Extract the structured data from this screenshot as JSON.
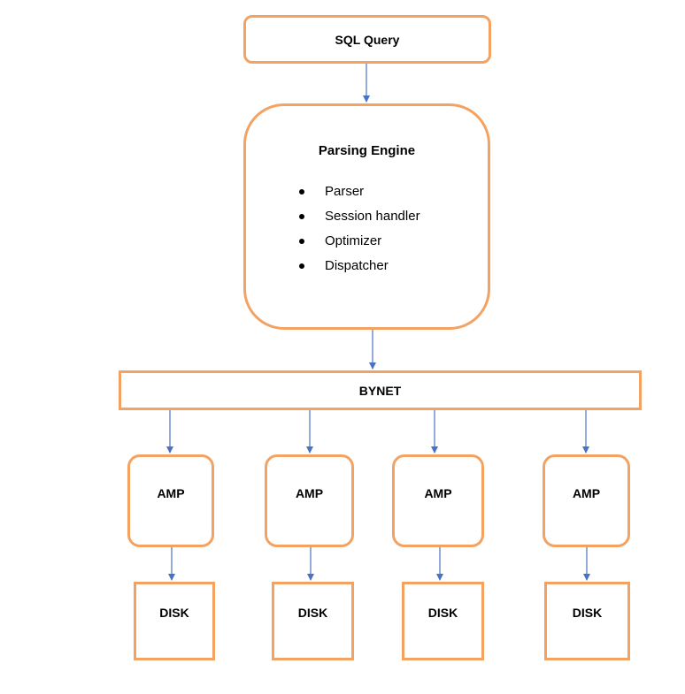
{
  "sql_query": {
    "label": "SQL Query"
  },
  "parsing_engine": {
    "title": "Parsing Engine",
    "components": [
      "Parser",
      "Session handler",
      "Optimizer",
      "Dispatcher"
    ]
  },
  "bynet": {
    "label": "BYNET"
  },
  "amps": [
    {
      "label": "AMP",
      "disk": "DISK"
    },
    {
      "label": "AMP",
      "disk": "DISK"
    },
    {
      "label": "AMP",
      "disk": "DISK"
    },
    {
      "label": "AMP",
      "disk": "DISK"
    }
  ],
  "colors": {
    "box_border": "#f4a262",
    "arrow": "#4a72c4",
    "text": "#000000"
  }
}
